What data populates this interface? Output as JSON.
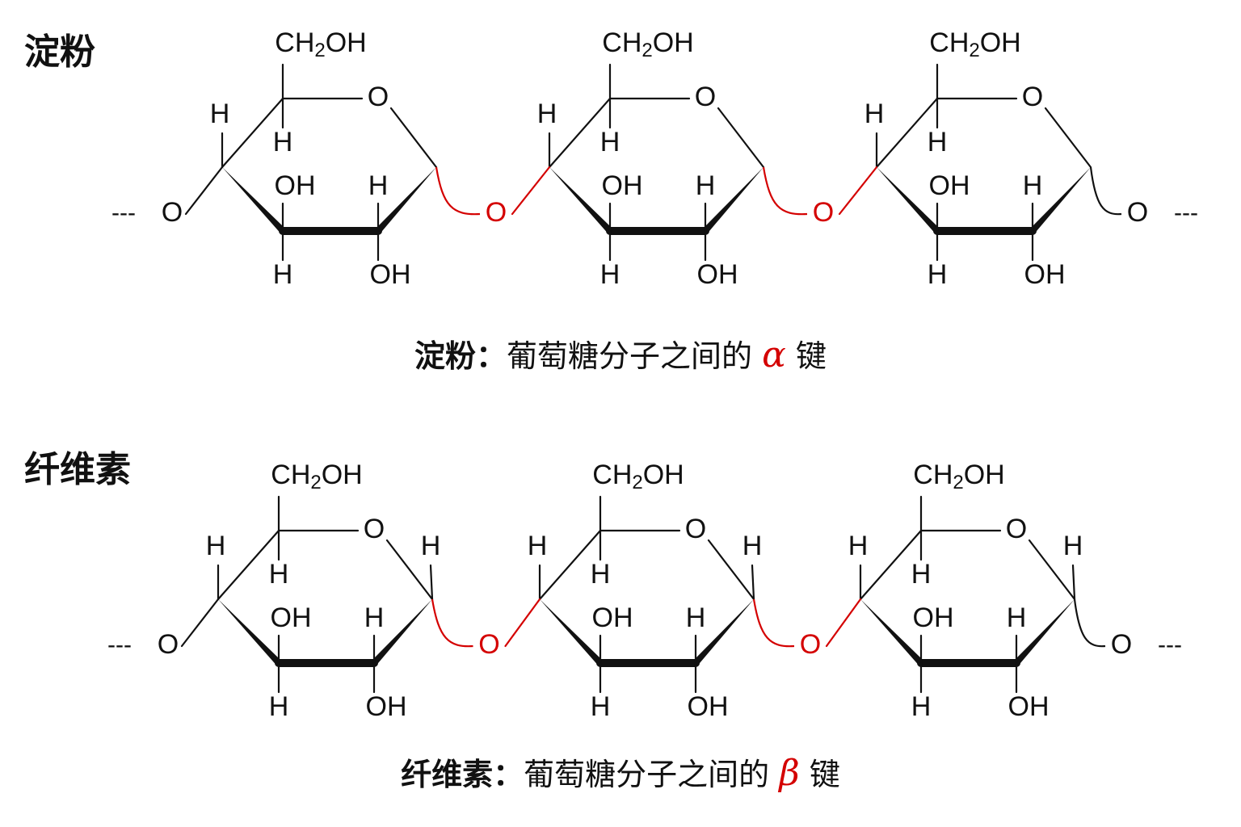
{
  "colors": {
    "ink": "#111111",
    "accent": "#d40000"
  },
  "panels": [
    {
      "id": "starch",
      "title": "淀粉",
      "caption_lead": "淀粉：",
      "caption_body": "葡萄糖分子之间的",
      "caption_greek": "α",
      "caption_tail": "键",
      "bond_type": "alpha",
      "labels": {
        "ch2oh_main": "CH",
        "ch2oh_sub": "2",
        "ch2oh_tail": "OH",
        "ring_o": "O",
        "h": "H",
        "oh": "OH",
        "link_o": "O",
        "chain_end": "---"
      }
    },
    {
      "id": "cellulose",
      "title": "纤维素",
      "caption_lead": "纤维素：",
      "caption_body": "葡萄糖分子之间的",
      "caption_greek": "β",
      "caption_tail": "键",
      "bond_type": "beta",
      "labels": {
        "ch2oh_main": "CH",
        "ch2oh_sub": "2",
        "ch2oh_tail": "OH",
        "ring_o": "O",
        "h": "H",
        "oh": "OH",
        "link_o": "O",
        "chain_end": "---"
      }
    }
  ]
}
